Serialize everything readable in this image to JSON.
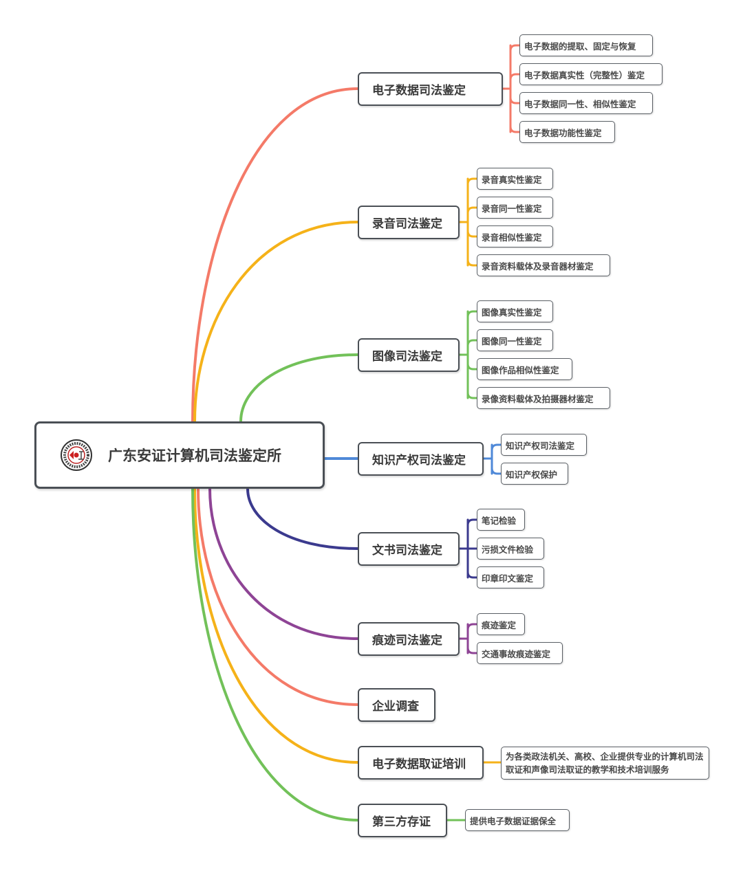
{
  "root": {
    "title": "广东安证计算机司法鉴定所"
  },
  "colors": {
    "red": "#F47A68",
    "orange": "#F5B219",
    "green": "#72C159",
    "blue": "#4F89D8",
    "navy": "#3B3A8E",
    "purple": "#8E4495"
  },
  "branches": [
    {
      "label": "电子数据司法鉴定",
      "children": [
        "电子数据的提取、固定与恢复",
        "电子数据真实性（完整性）鉴定",
        "电子数据同一性、相似性鉴定",
        "电子数据功能性鉴定"
      ]
    },
    {
      "label": "录音司法鉴定",
      "children": [
        "录音真实性鉴定",
        "录音同一性鉴定",
        "录音相似性鉴定",
        "录音资料载体及录音器材鉴定"
      ]
    },
    {
      "label": "图像司法鉴定",
      "children": [
        "图像真实性鉴定",
        "图像同一性鉴定",
        "图像作品相似性鉴定",
        "录像资料载体及拍摄器材鉴定"
      ]
    },
    {
      "label": "知识产权司法鉴定",
      "children": [
        "知识产权司法鉴定",
        "知识产权保护"
      ]
    },
    {
      "label": "文书司法鉴定",
      "children": [
        "笔记检验",
        "污损文件检验",
        "印章印文鉴定"
      ]
    },
    {
      "label": "痕迹司法鉴定",
      "children": [
        "痕迹鉴定",
        "交通事故痕迹鉴定"
      ]
    },
    {
      "label": "企业调查",
      "children": []
    },
    {
      "label": "电子数据取证培训",
      "children": [
        "为各类政法机关、高校、企业提供专业的计算机司法取证和声像司法取证的教学和技术培训服务"
      ]
    },
    {
      "label": "第三方存证",
      "children": [
        "提供电子数据证据保全"
      ]
    }
  ]
}
